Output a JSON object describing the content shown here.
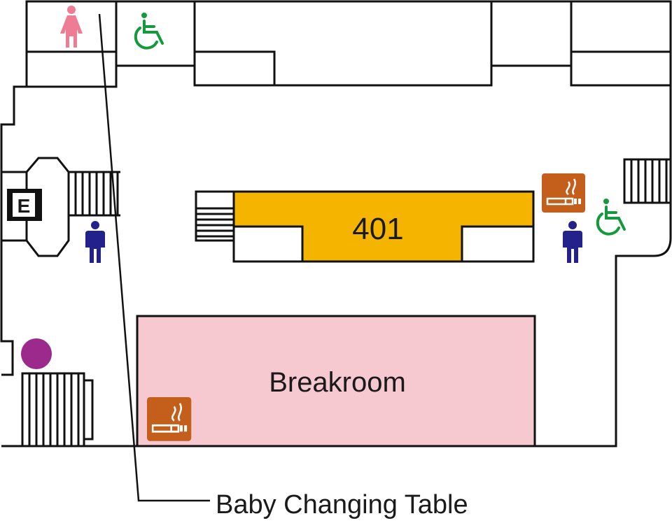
{
  "rooms": {
    "room_401": {
      "label": "401",
      "color": "#f5b400"
    },
    "breakroom": {
      "label": "Breakroom",
      "color": "#f6c8d0"
    }
  },
  "callout": {
    "label": "Baby Changing Table"
  },
  "elevator": {
    "label": "E"
  },
  "colors": {
    "women_restroom": "#ee7d94",
    "men_restroom": "#23228a",
    "accessible": "#149a3c",
    "smoking": "#c45e1b",
    "baby_marker": "#9c2a8c",
    "walls": "#111111"
  },
  "icons": [
    "women-restroom-icon",
    "men-restroom-icon",
    "accessible-icon",
    "smoking-area-icon",
    "elevator-icon",
    "baby-changing-marker"
  ]
}
